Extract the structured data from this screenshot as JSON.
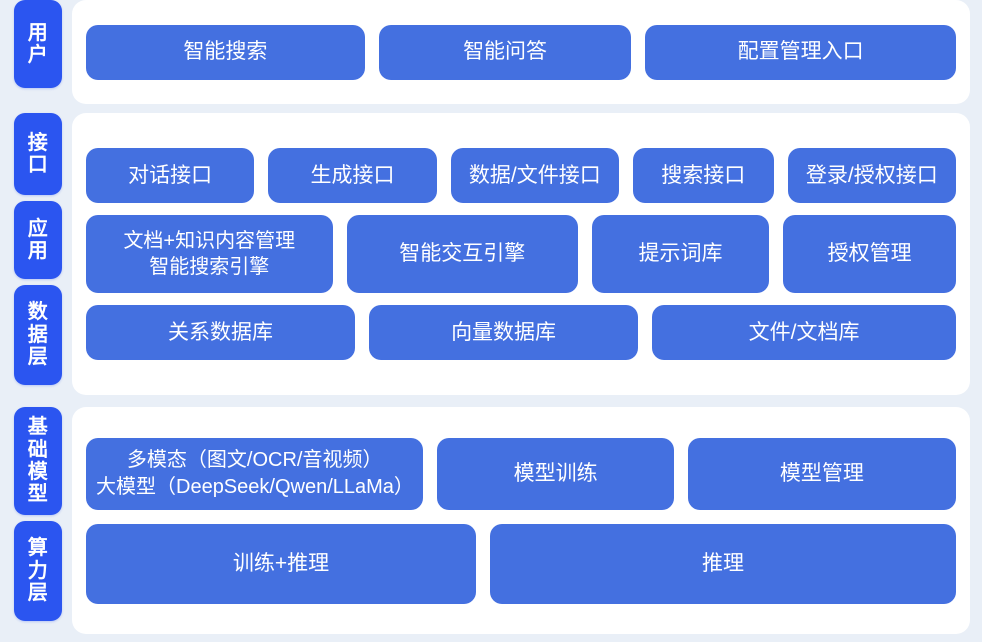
{
  "theme": {
    "page_background": "#e9eff7",
    "card_background": "#ffffff",
    "tag_color": "#2b55f0",
    "box_color": "#4470e0",
    "text_color": "#ffffff"
  },
  "diagram": {
    "type": "layered-architecture",
    "title": "",
    "bands": [
      {
        "id": "user",
        "tags": [
          {
            "id": "user",
            "label": "用户"
          }
        ],
        "rows": [
          {
            "id": "user-row",
            "boxes": [
              {
                "label": "智能搜索"
              },
              {
                "label": "智能问答"
              },
              {
                "label": "配置管理入口"
              }
            ]
          }
        ]
      },
      {
        "id": "middle",
        "tags": [
          {
            "id": "interface",
            "label": "接口"
          },
          {
            "id": "application",
            "label": "应用"
          },
          {
            "id": "data",
            "label": "数据层"
          }
        ],
        "rows": [
          {
            "id": "interface-row",
            "boxes": [
              {
                "label": "对话接口"
              },
              {
                "label": "生成接口"
              },
              {
                "label": "数据/文件接口"
              },
              {
                "label": "搜索接口"
              },
              {
                "label": "登录/授权接口"
              }
            ]
          },
          {
            "id": "application-row",
            "boxes": [
              {
                "label": "文档+知识内容管理\n智能搜索引擎"
              },
              {
                "label": "智能交互引擎"
              },
              {
                "label": "提示词库"
              },
              {
                "label": "授权管理"
              }
            ]
          },
          {
            "id": "data-row",
            "boxes": [
              {
                "label": "关系数据库"
              },
              {
                "label": "向量数据库"
              },
              {
                "label": "文件/文档库"
              }
            ]
          }
        ]
      },
      {
        "id": "bottom",
        "tags": [
          {
            "id": "foundation-model",
            "label": "基础模型"
          },
          {
            "id": "compute",
            "label": "算力层"
          }
        ],
        "rows": [
          {
            "id": "model-row",
            "boxes": [
              {
                "label": "多模态（图文/OCR/音视频）\n大模型（DeepSeek/Qwen/LLaMa）"
              },
              {
                "label": "模型训练"
              },
              {
                "label": "模型管理"
              }
            ]
          },
          {
            "id": "compute-row",
            "boxes": [
              {
                "label": "训练+推理"
              },
              {
                "label": "推理"
              }
            ]
          }
        ]
      }
    ]
  }
}
